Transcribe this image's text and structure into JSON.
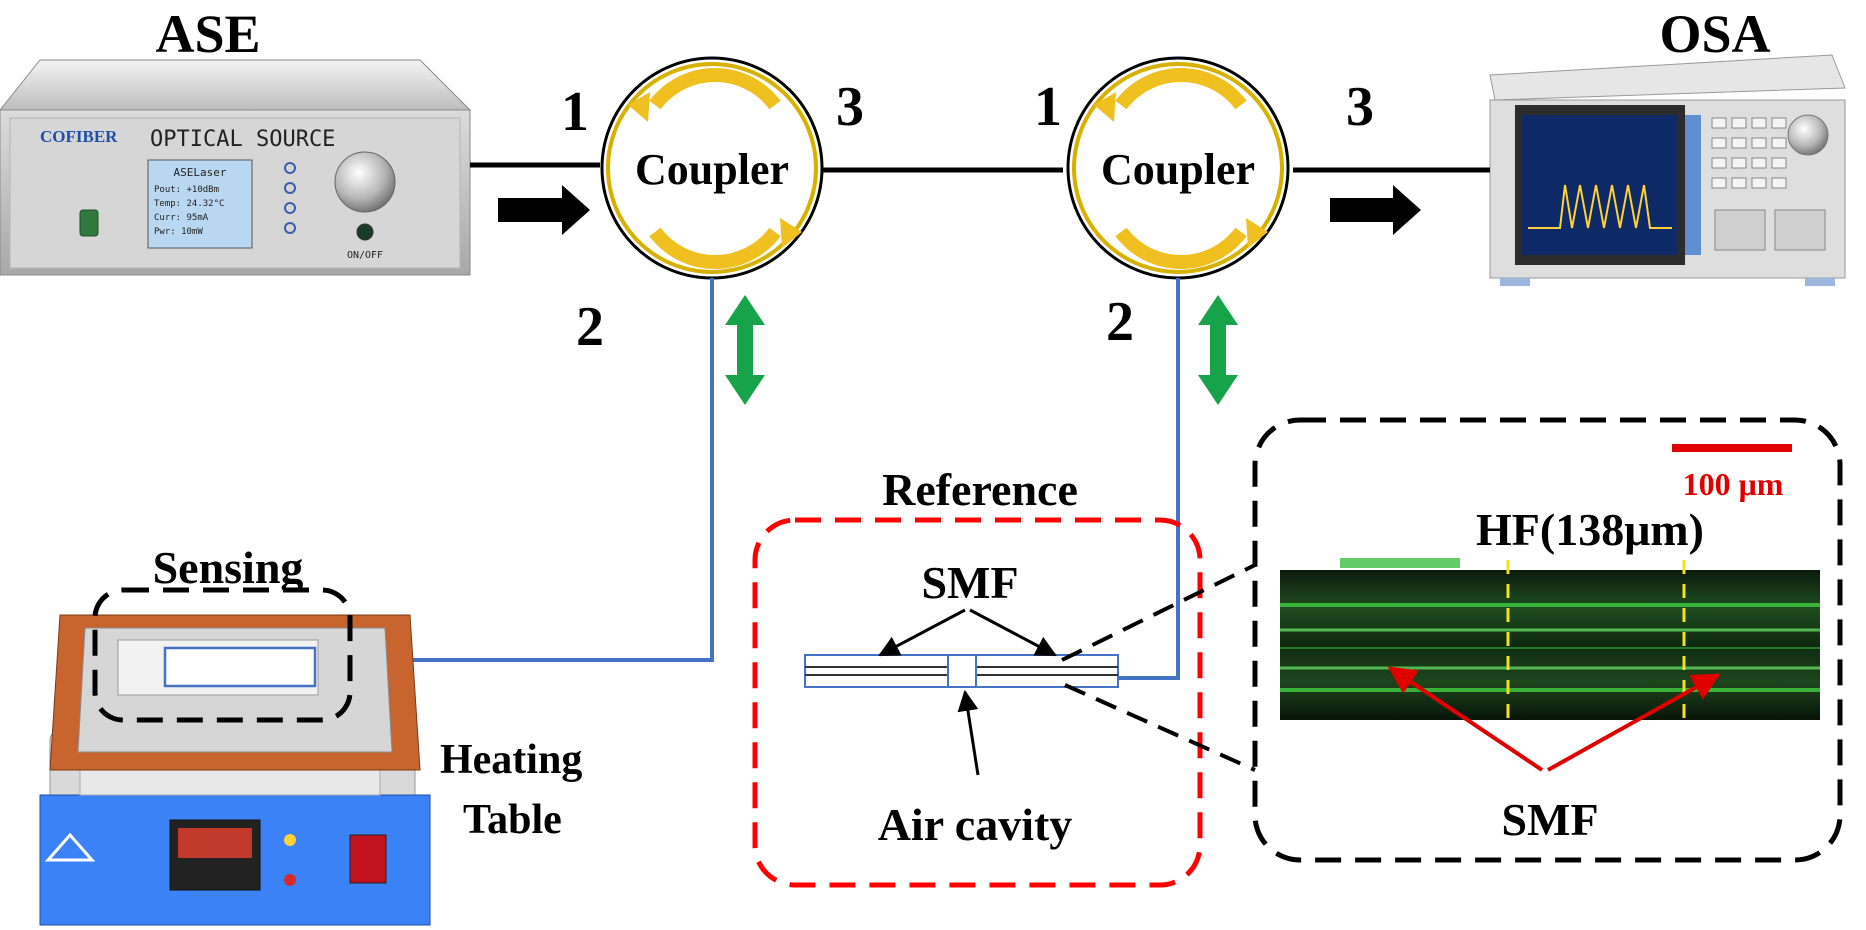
{
  "labels": {
    "ase": "ASE",
    "osa": "OSA",
    "coupler_left": "Coupler",
    "coupler_right": "Coupler",
    "port_l1": "1",
    "port_l2": "2",
    "port_l3": "3",
    "port_r1": "1",
    "port_r2": "2",
    "port_r3": "3",
    "sensing": "Sensing",
    "heating_line1": "Heating",
    "heating_line2": "Table",
    "reference": "Reference",
    "smf_ref": "SMF",
    "air_cavity": "Air cavity",
    "hf": "HF(138μm)",
    "smf_micro": "SMF",
    "scale": "100 μm"
  },
  "device": {
    "brand": "COFIBER",
    "front_text": "OPTICAL SOURCE",
    "screen_lines": [
      "ASELaser",
      "Pout: +10dBm",
      "Temp: 24.32°C",
      "Curr: 95mA",
      "Pwr: 10mW"
    ],
    "power_label": "ON/OFF"
  },
  "colors": {
    "fiber_blue": "#4472c4",
    "ref_box": "#ff0000",
    "coupler_arrow": "#f0c020",
    "green_arrow": "#16a34a",
    "heater_orange": "#c8652f"
  }
}
